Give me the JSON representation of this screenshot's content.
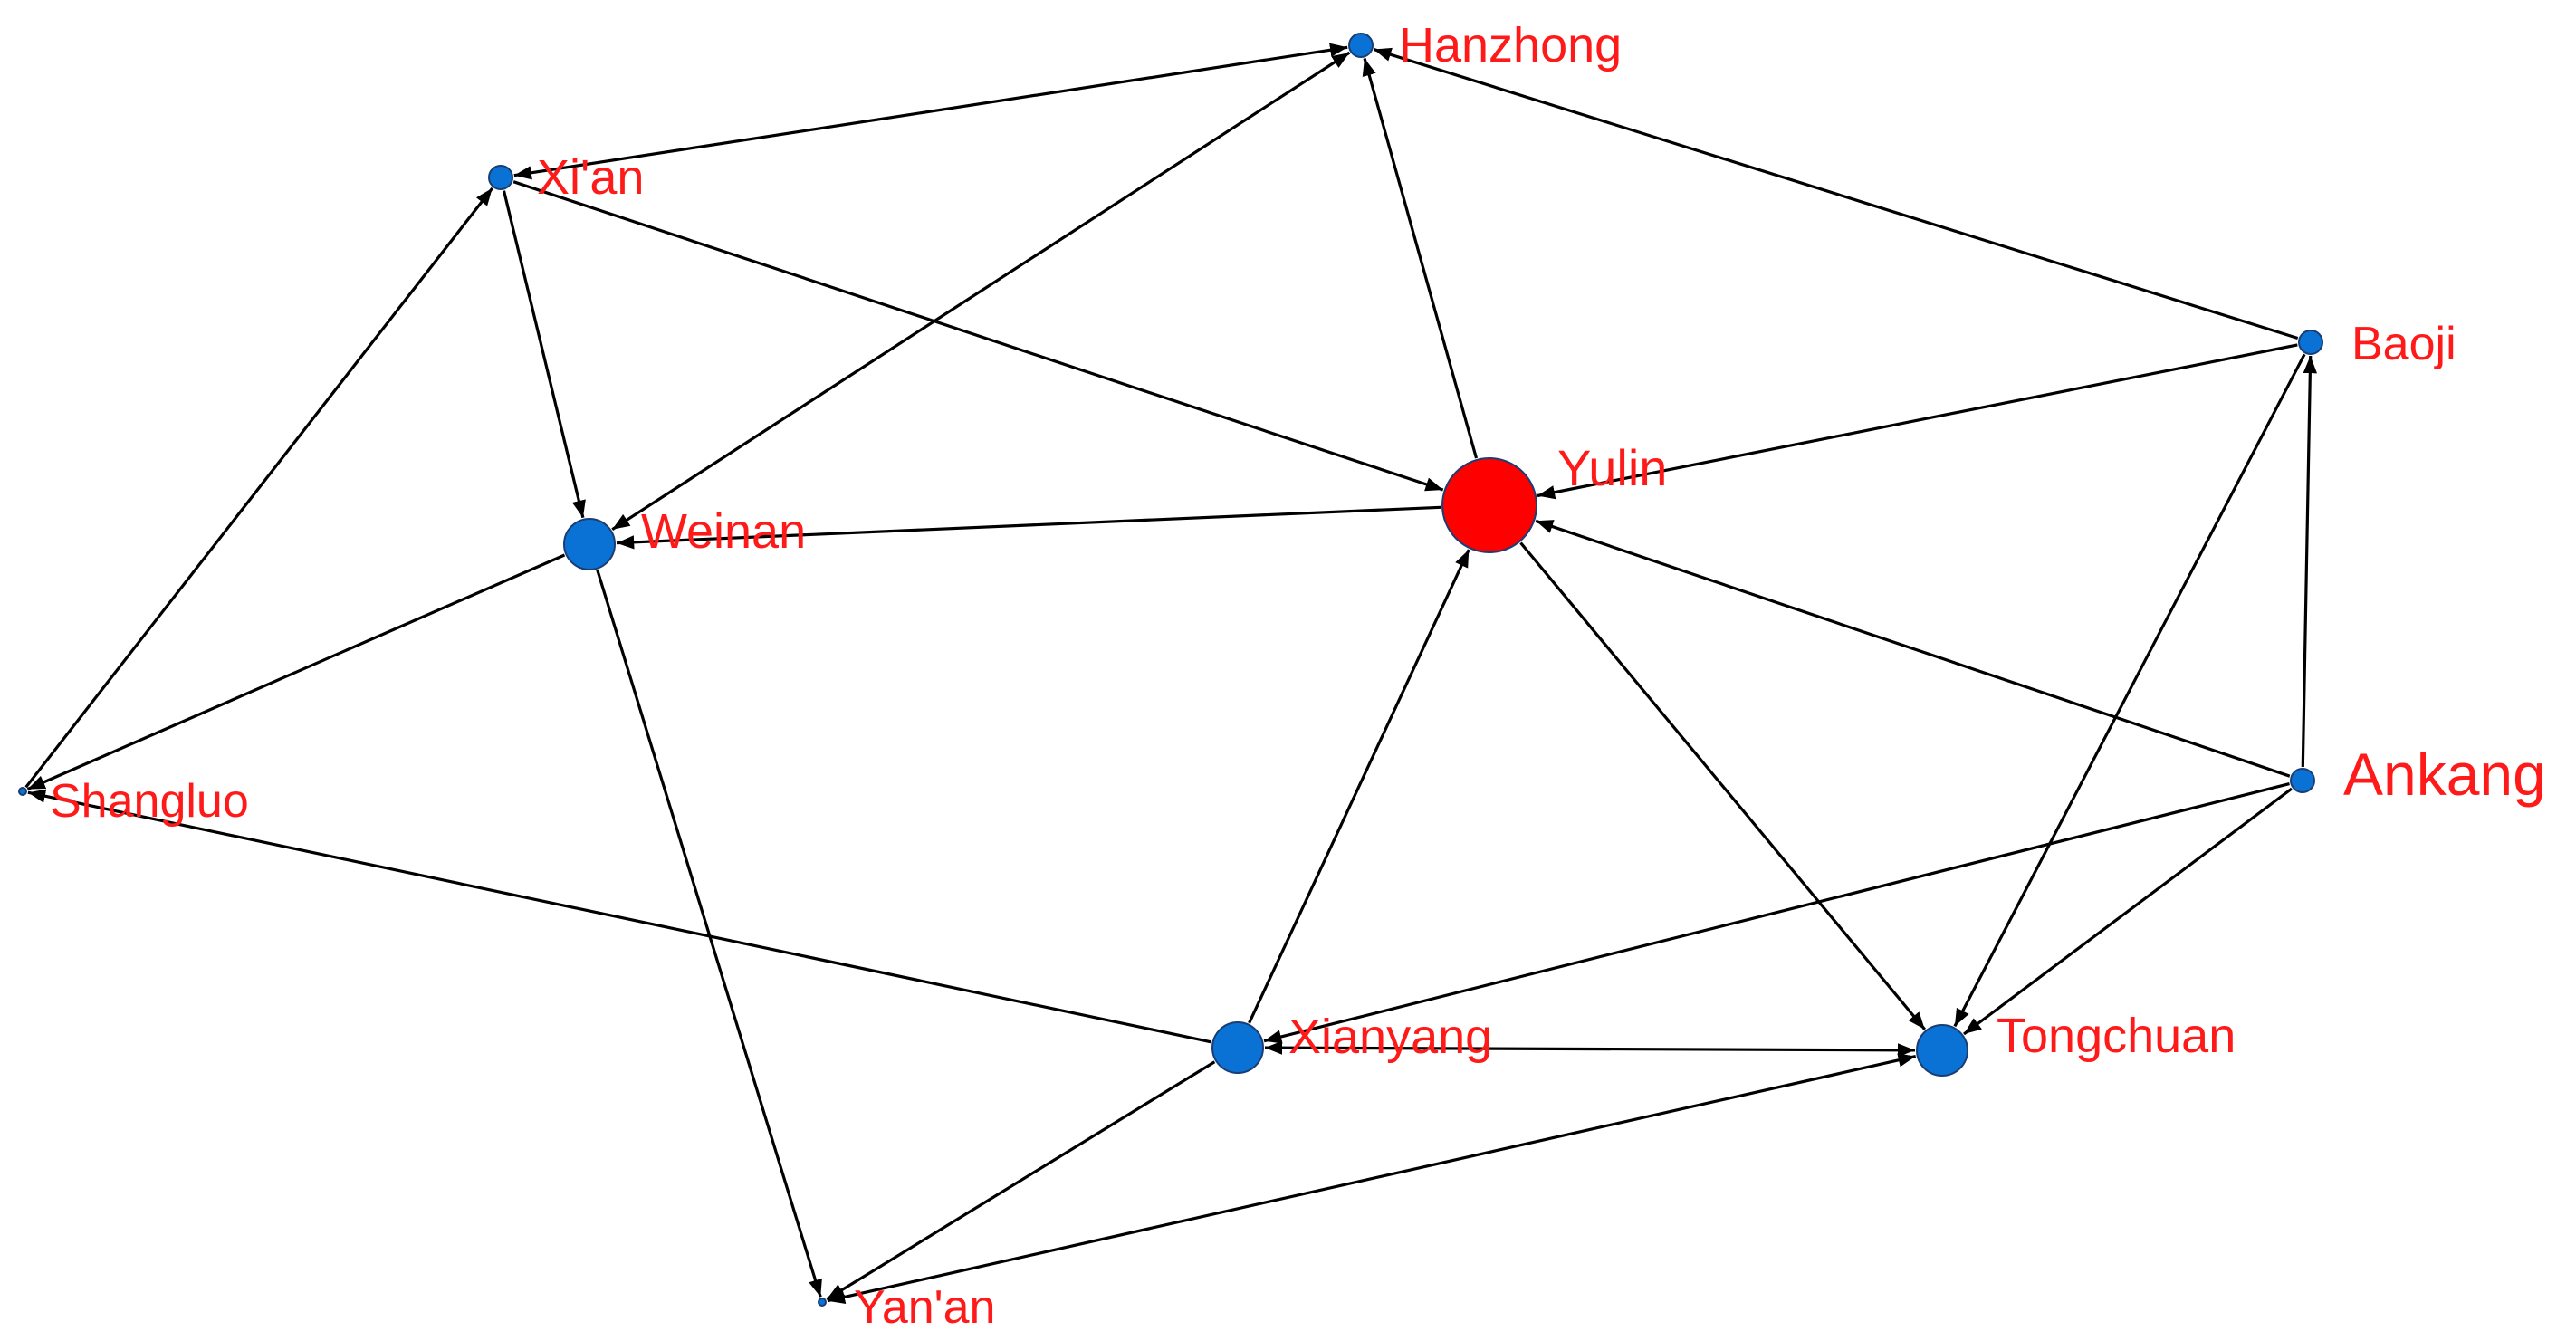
{
  "colors": {
    "default_node": "#0a72d4",
    "highlight_node": "#ff0000",
    "label": "#ff1a1a",
    "edge": "#000000",
    "background": "#ffffff"
  },
  "nodes": [
    {
      "id": "hanzhong",
      "label": "Hanzhong",
      "size": "small",
      "color": "#0a72d4"
    },
    {
      "id": "xian",
      "label": "Xi'an",
      "size": "small",
      "color": "#0a72d4"
    },
    {
      "id": "baoji",
      "label": "Baoji",
      "size": "small",
      "color": "#0a72d4"
    },
    {
      "id": "yulin",
      "label": "Yulin",
      "size": "large",
      "color": "#ff0000"
    },
    {
      "id": "weinan",
      "label": "Weinan",
      "size": "medium",
      "color": "#0a72d4"
    },
    {
      "id": "shangluo",
      "label": "Shangluo",
      "size": "tiny",
      "color": "#0a72d4"
    },
    {
      "id": "ankang",
      "label": "Ankang",
      "size": "small",
      "color": "#0a72d4"
    },
    {
      "id": "xianyang",
      "label": "Xianyang",
      "size": "medium",
      "color": "#0a72d4"
    },
    {
      "id": "tongchuan",
      "label": "Tongchuan",
      "size": "medium",
      "color": "#0a72d4"
    },
    {
      "id": "yanan",
      "label": "Yan'an",
      "size": "tiny",
      "color": "#0a72d4"
    }
  ],
  "edges": [
    {
      "from": "hanzhong",
      "to": "xian",
      "bidirectional": true
    },
    {
      "from": "weinan",
      "to": "hanzhong",
      "bidirectional": true
    },
    {
      "from": "yulin",
      "to": "hanzhong",
      "bidirectional": false
    },
    {
      "from": "baoji",
      "to": "hanzhong",
      "bidirectional": false
    },
    {
      "from": "xian",
      "to": "yulin",
      "bidirectional": false
    },
    {
      "from": "xian",
      "to": "weinan",
      "bidirectional": false
    },
    {
      "from": "shangluo",
      "to": "xian",
      "bidirectional": false
    },
    {
      "from": "baoji",
      "to": "yulin",
      "bidirectional": false
    },
    {
      "from": "yulin",
      "to": "weinan",
      "bidirectional": false
    },
    {
      "from": "yulin",
      "to": "tongchuan",
      "bidirectional": false
    },
    {
      "from": "weinan",
      "to": "shangluo",
      "bidirectional": false
    },
    {
      "from": "weinan",
      "to": "yanan",
      "bidirectional": false
    },
    {
      "from": "xianyang",
      "to": "shangluo",
      "bidirectional": false
    },
    {
      "from": "xianyang",
      "to": "yulin",
      "bidirectional": false
    },
    {
      "from": "xianyang",
      "to": "tongchuan",
      "bidirectional": true
    },
    {
      "from": "xianyang",
      "to": "yanan",
      "bidirectional": false
    },
    {
      "from": "tongchuan",
      "to": "yanan",
      "bidirectional": true
    },
    {
      "from": "ankang",
      "to": "yulin",
      "bidirectional": false
    },
    {
      "from": "ankang",
      "to": "baoji",
      "bidirectional": false
    },
    {
      "from": "ankang",
      "to": "xianyang",
      "bidirectional": false
    },
    {
      "from": "ankang",
      "to": "tongchuan",
      "bidirectional": false
    },
    {
      "from": "baoji",
      "to": "tongchuan",
      "bidirectional": false
    }
  ]
}
